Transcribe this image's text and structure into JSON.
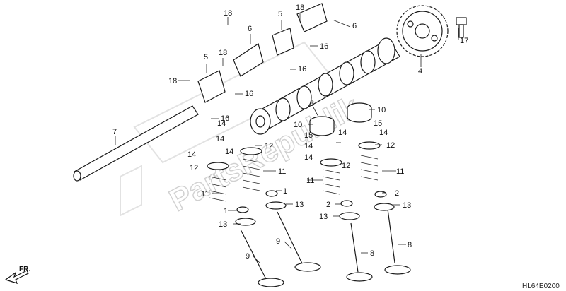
{
  "diagram": {
    "code": "HL64E0200",
    "front_marker": "FR.",
    "watermark": "PartsRepublik",
    "callouts": [
      {
        "id": "c18a",
        "text": "18"
      },
      {
        "id": "c18b",
        "text": "18"
      },
      {
        "id": "c18c",
        "text": "18"
      },
      {
        "id": "c18d",
        "text": "18"
      },
      {
        "id": "c5a",
        "text": "5"
      },
      {
        "id": "c5b",
        "text": "5"
      },
      {
        "id": "c6a",
        "text": "6"
      },
      {
        "id": "c6b",
        "text": "6"
      },
      {
        "id": "c16a",
        "text": "16"
      },
      {
        "id": "c16b",
        "text": "16"
      },
      {
        "id": "c16c",
        "text": "16"
      },
      {
        "id": "c16d",
        "text": "16"
      },
      {
        "id": "c17",
        "text": "17"
      },
      {
        "id": "c4",
        "text": "4"
      },
      {
        "id": "c3",
        "text": "3"
      },
      {
        "id": "c10a",
        "text": "10"
      },
      {
        "id": "c10b",
        "text": "10"
      },
      {
        "id": "c15a",
        "text": "15"
      },
      {
        "id": "c15b",
        "text": "15"
      },
      {
        "id": "c14a",
        "text": "14"
      },
      {
        "id": "c14b",
        "text": "14"
      },
      {
        "id": "c14c",
        "text": "14"
      },
      {
        "id": "c14d",
        "text": "14"
      },
      {
        "id": "c14e",
        "text": "14"
      },
      {
        "id": "c14f",
        "text": "14"
      },
      {
        "id": "c14g",
        "text": "14"
      },
      {
        "id": "c14h",
        "text": "14"
      },
      {
        "id": "c12a",
        "text": "12"
      },
      {
        "id": "c12b",
        "text": "12"
      },
      {
        "id": "c12c",
        "text": "12"
      },
      {
        "id": "c12d",
        "text": "12"
      },
      {
        "id": "c11a",
        "text": "11"
      },
      {
        "id": "c11b",
        "text": "11"
      },
      {
        "id": "c11c",
        "text": "11"
      },
      {
        "id": "c11d",
        "text": "11"
      },
      {
        "id": "c7",
        "text": "7"
      },
      {
        "id": "c1a",
        "text": "1"
      },
      {
        "id": "c1b",
        "text": "1"
      },
      {
        "id": "c2a",
        "text": "2"
      },
      {
        "id": "c2b",
        "text": "2"
      },
      {
        "id": "c13a",
        "text": "13"
      },
      {
        "id": "c13b",
        "text": "13"
      },
      {
        "id": "c13c",
        "text": "13"
      },
      {
        "id": "c13d",
        "text": "13"
      },
      {
        "id": "c9a",
        "text": "9"
      },
      {
        "id": "c9b",
        "text": "9"
      },
      {
        "id": "c8a",
        "text": "8"
      },
      {
        "id": "c8b",
        "text": "8"
      }
    ]
  }
}
